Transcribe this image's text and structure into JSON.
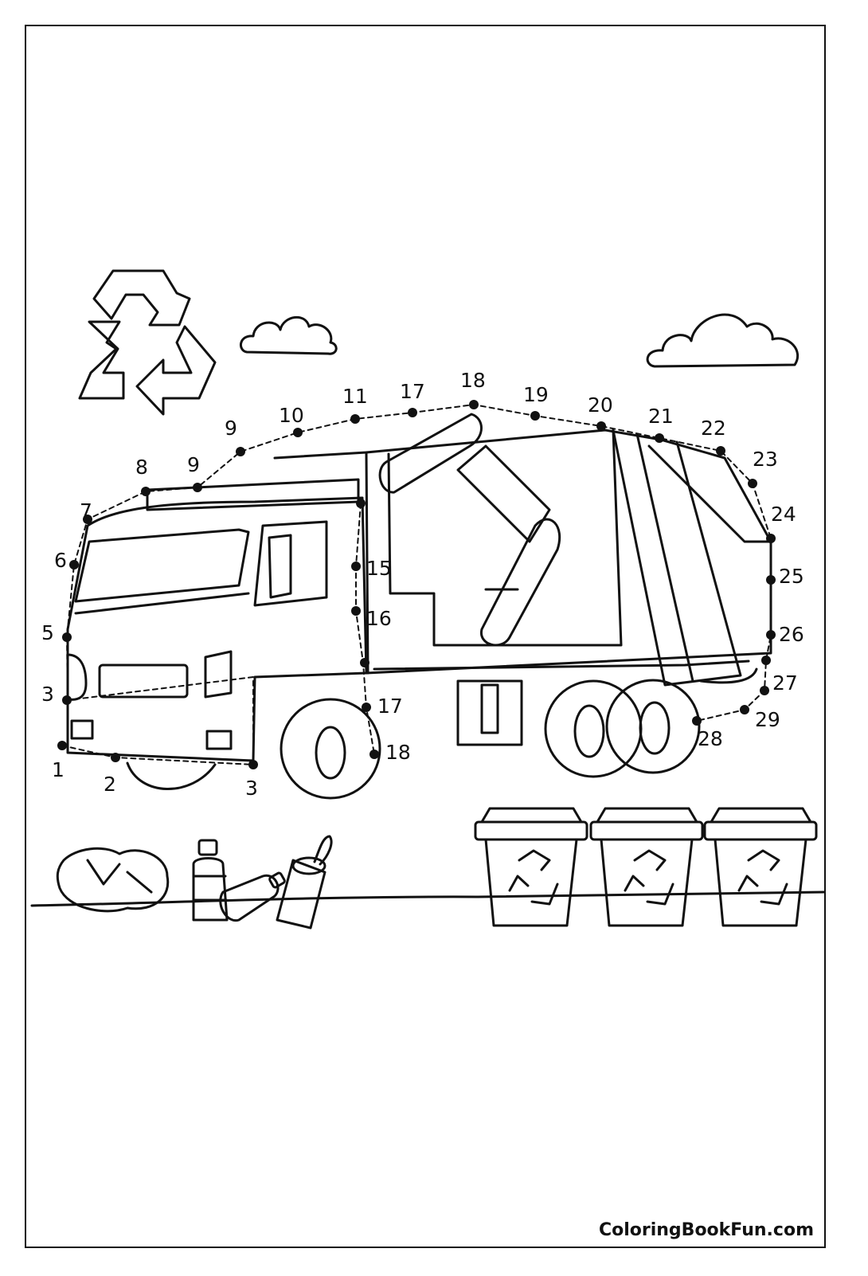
{
  "watermark": "ColoringBookFun.com",
  "dots": [
    {
      "label": "1"
    },
    {
      "label": "2"
    },
    {
      "label": "3"
    },
    {
      "label": "3"
    },
    {
      "label": "5"
    },
    {
      "label": "6"
    },
    {
      "label": "7"
    },
    {
      "label": "8"
    },
    {
      "label": "9"
    },
    {
      "label": "9"
    },
    {
      "label": "10"
    },
    {
      "label": "11"
    },
    {
      "label": "17"
    },
    {
      "label": "18"
    },
    {
      "label": "19"
    },
    {
      "label": "20"
    },
    {
      "label": "21"
    },
    {
      "label": "22"
    },
    {
      "label": "23"
    },
    {
      "label": "24"
    },
    {
      "label": "25"
    },
    {
      "label": "26"
    },
    {
      "label": "27"
    },
    {
      "label": "29"
    },
    {
      "label": "28"
    },
    {
      "label": "15"
    },
    {
      "label": "16"
    },
    {
      "label": "17"
    },
    {
      "label": "18"
    }
  ],
  "colors": {
    "ink": "#111111",
    "paper": "#ffffff"
  },
  "icons": [
    "recycle-symbol-icon",
    "cloud-icon",
    "recycling-bin-icon",
    "bottle-icon",
    "can-icon",
    "crumpled-paper-icon"
  ]
}
